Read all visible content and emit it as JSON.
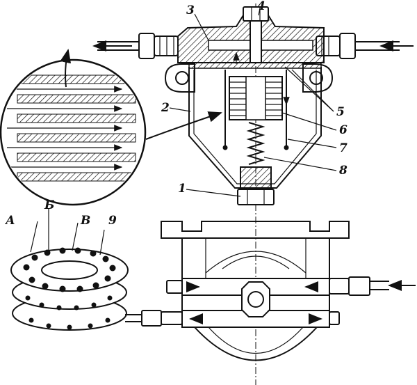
{
  "diagram": {
    "part_labels": {
      "p1": "1",
      "p2": "2",
      "p3": "3",
      "p4": "4",
      "p5": "5",
      "p6": "6",
      "p7": "7",
      "p8": "8",
      "p9": "9"
    },
    "zone_labels": {
      "a": "А",
      "b": "Б",
      "v": "В"
    }
  }
}
